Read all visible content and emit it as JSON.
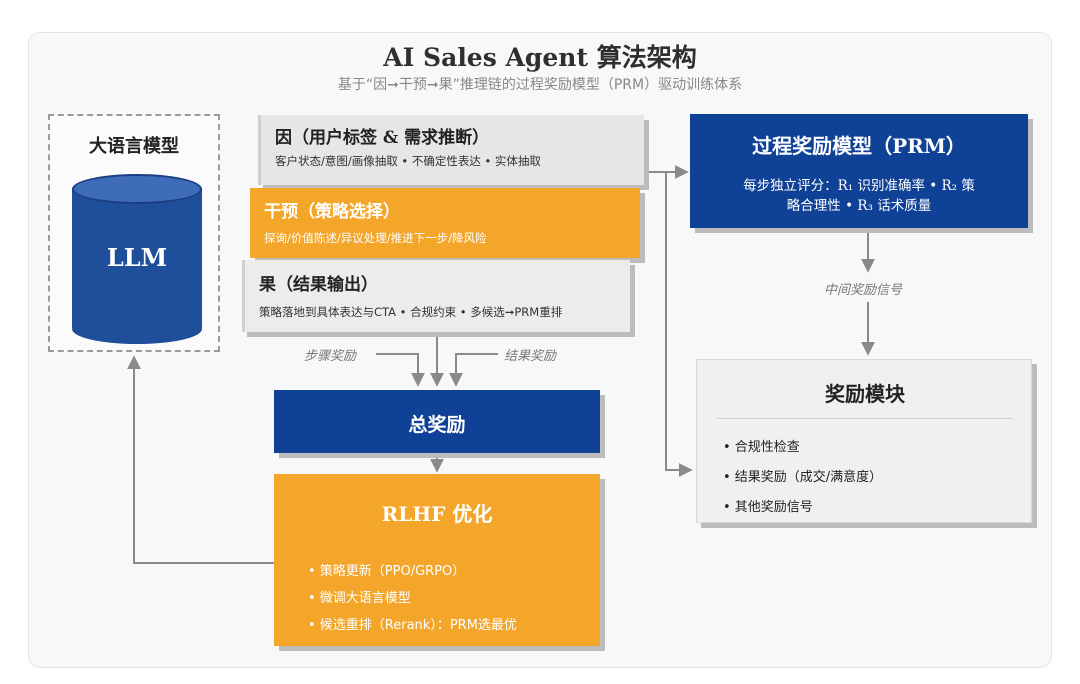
{
  "header": {
    "title": "AI Sales Agent 算法架构",
    "subtitle": "基于“因➞干预➞果”推理链的过程奖励模型（PRM）驱动训练体系"
  },
  "llm": {
    "label": "大语言模型",
    "cylinder_text": "LLM"
  },
  "cause": {
    "title": "因（用户标签 & 需求推断）",
    "desc": "客户状态/意图/画像抽取 • 不确定性表达 • 实体抽取"
  },
  "intervention": {
    "title": "干预（策略选择）",
    "desc": "探询/价值陈述/异议处理/推进下一步/降风险"
  },
  "effect": {
    "title": "果（结果输出）",
    "desc": "策略落地到具体表达与CTA • 合规约束 • 多候选➞PRM重排"
  },
  "flow_labels": {
    "step_reward": "步骤奖励",
    "result_reward": "结果奖励",
    "intermediate_signal": "中间奖励信号"
  },
  "total_reward": {
    "label": "总奖励"
  },
  "rlhf": {
    "title": "RLHF 优化",
    "items": [
      "• 策略更新（PPO/GRPO）",
      "• 微调大语言模型",
      "• 候选重排（Rerank）：PRM选最优"
    ]
  },
  "prm": {
    "title": "过程奖励模型（PRM）",
    "line1": "每步独立评分：R₁ 识别准确率 • R₂ 策",
    "line2": "略合理性 • R₃ 话术质量"
  },
  "reward_module": {
    "title": "奖励模块",
    "items": [
      "• 合规性检查",
      "• 结果奖励（成交/满意度）",
      "• 其他奖励信号"
    ]
  },
  "colors": {
    "navy": "#0f4197",
    "orange": "#f3a62a",
    "gray": "#e6e6e6",
    "arrow": "#8a8a8a"
  }
}
